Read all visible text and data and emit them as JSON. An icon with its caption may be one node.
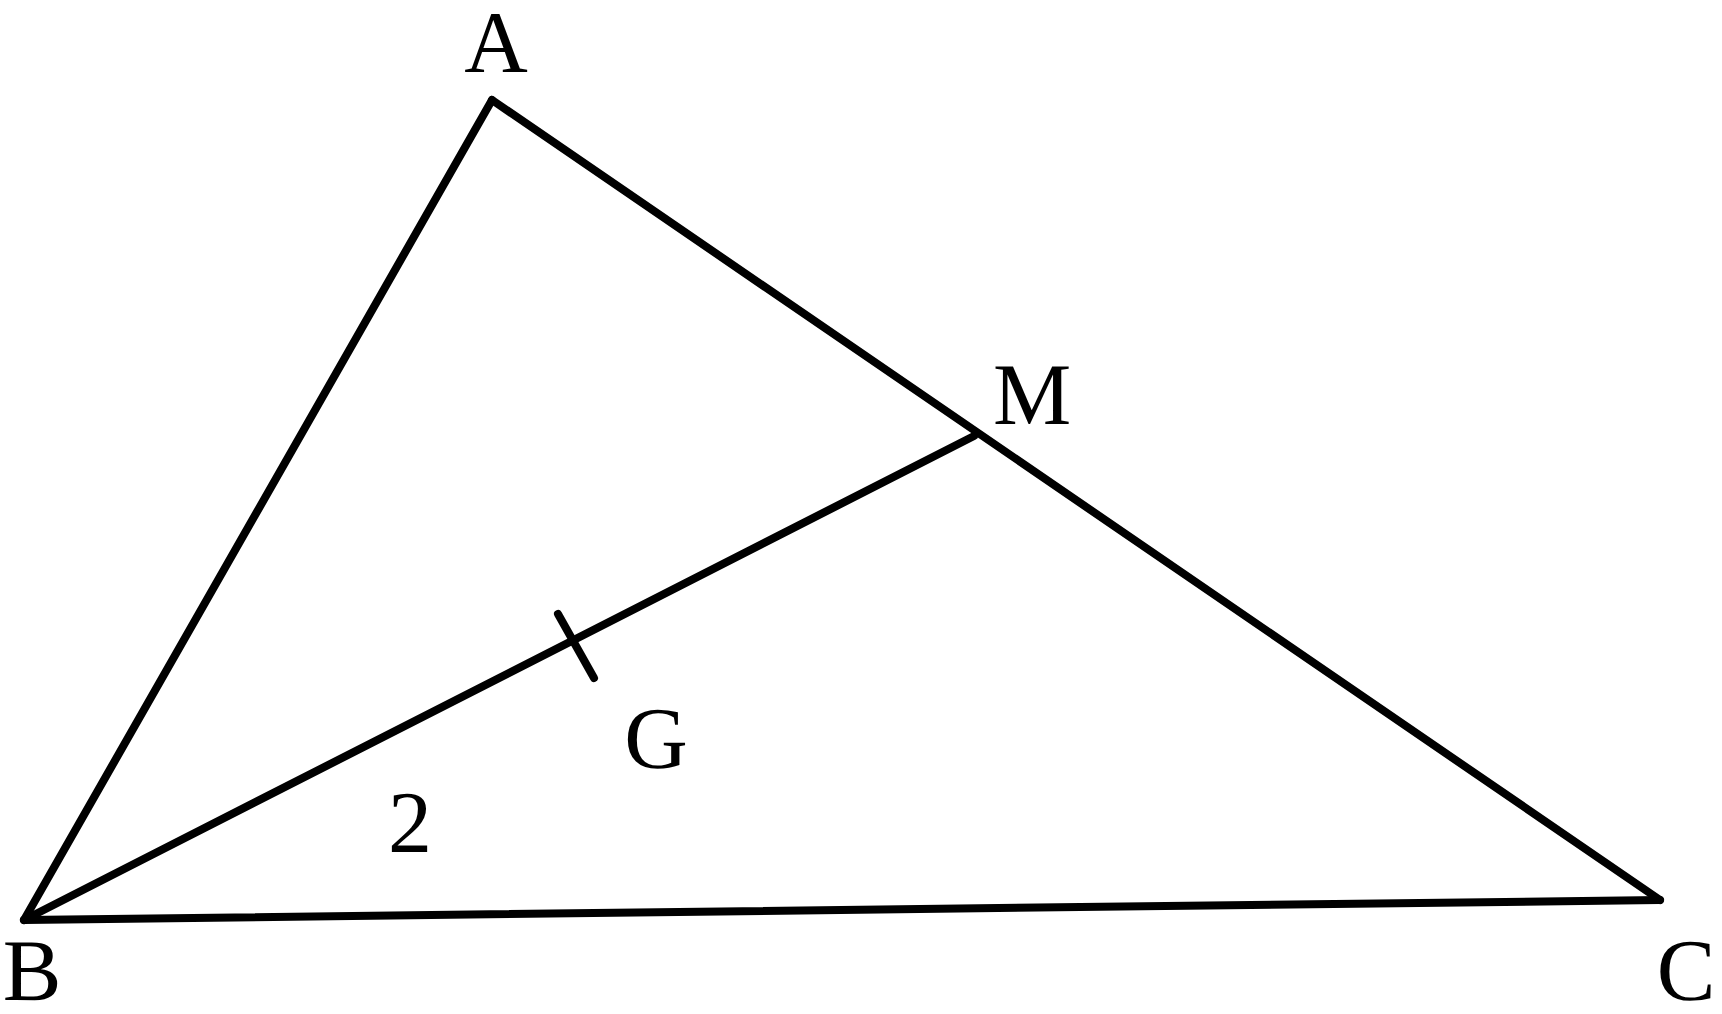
{
  "diagram": {
    "labels": [
      "A",
      "M",
      "G",
      "2",
      "B",
      "C"
    ]
  }
}
